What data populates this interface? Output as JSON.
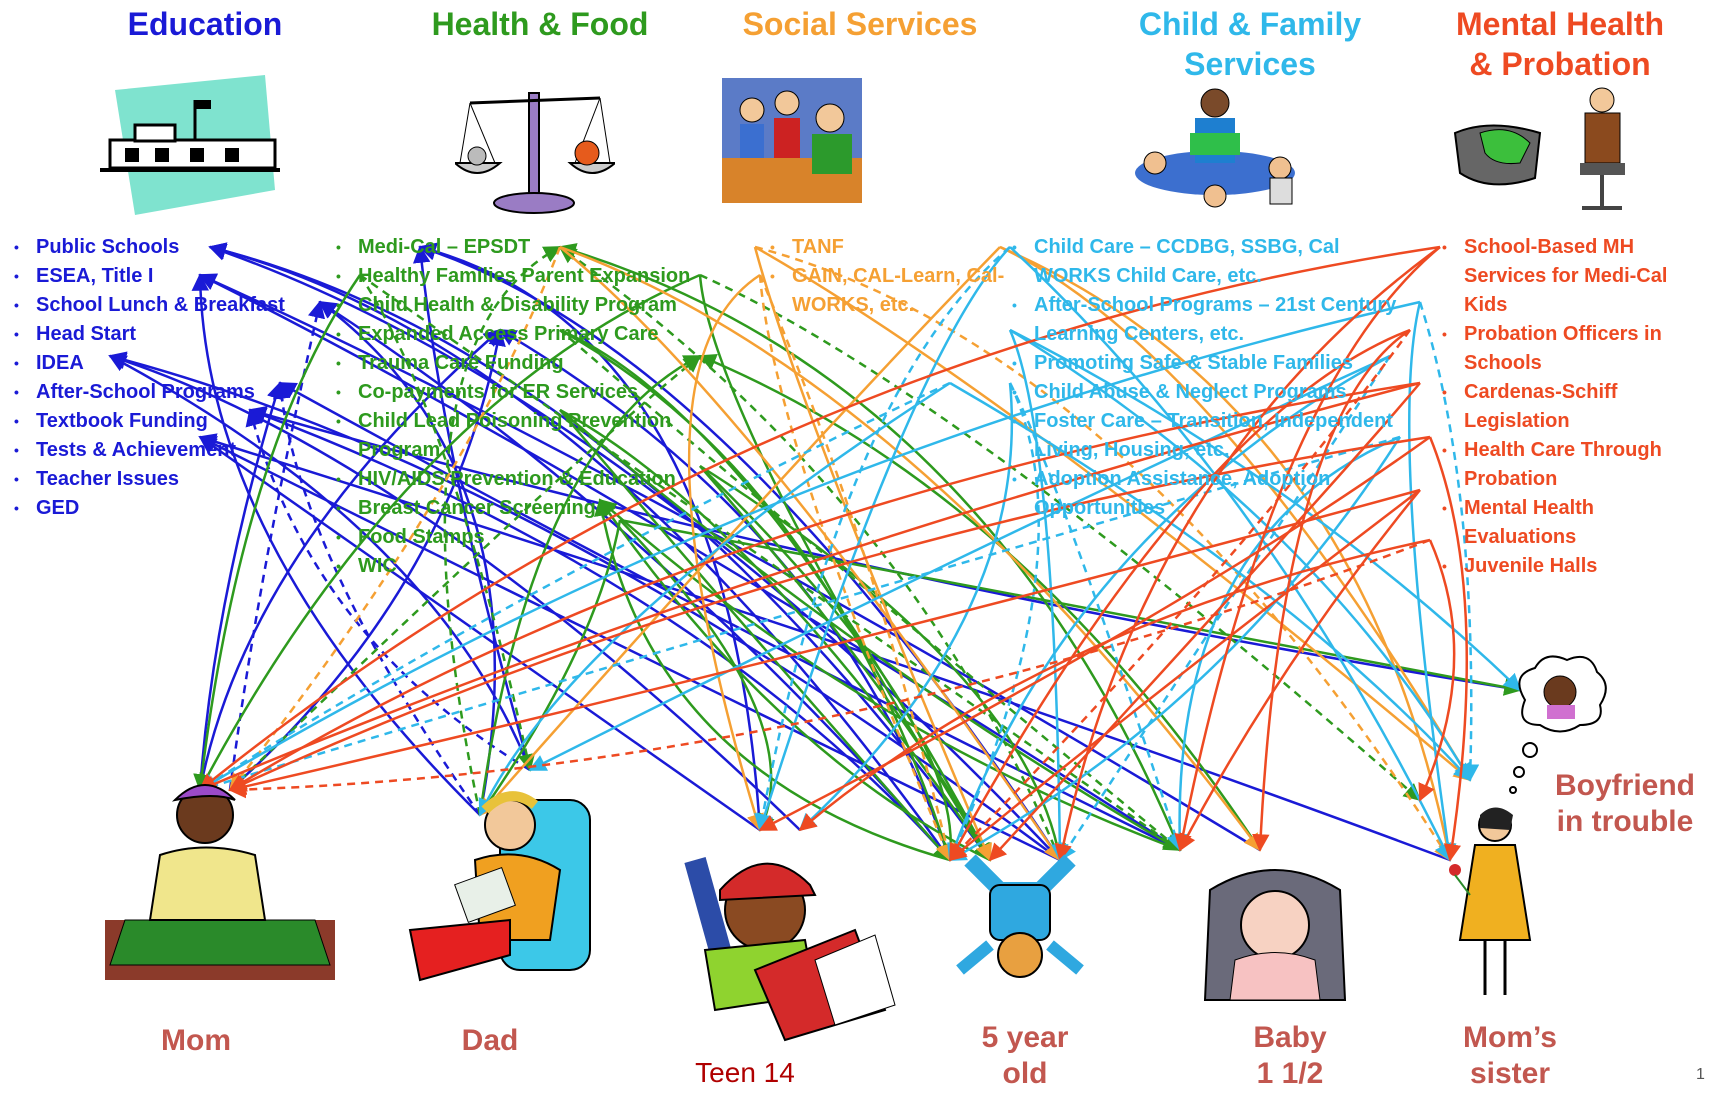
{
  "headings": {
    "education": "Education",
    "health_food": "Health & Food",
    "social_services": "Social Services",
    "child_family": [
      "Child & Family",
      "Services"
    ],
    "mental_health": [
      "Mental Health",
      "& Probation"
    ]
  },
  "colors": {
    "education": "#1a1ad6",
    "health_food": "#2e9a1e",
    "social_services": "#f5a033",
    "child_family": "#2fb8ea",
    "mental_health": "#ee4a22",
    "person": "#c2574f",
    "teen": "#b00000"
  },
  "education_list": [
    "Public Schools",
    "ESEA, Title I",
    "School Lunch & Breakfast",
    "Head Start",
    "IDEA",
    "After-School Programs",
    "Textbook Funding",
    "Tests & Achievement",
    "Teacher Issues",
    "GED"
  ],
  "health_food_list": [
    {
      "text": "Medi-Cal – EPSDT",
      "bullet": true
    },
    {
      "text": "Healthy Families Parent Expansion",
      "bullet": true
    },
    {
      "text": "Child Health & Disability Program",
      "bullet": true
    },
    {
      "text": "Expanded Access Primary Care",
      "bullet": true
    },
    {
      "text": "Trauma Care Funding",
      "bullet": true
    },
    {
      "text": "Co-payments for ER Services",
      "bullet": true
    },
    {
      "text": "Child Lead Poisoning Prevention",
      "bullet": true
    },
    {
      "text": "Program",
      "bullet": false
    },
    {
      "text": "HIV/AIDS Prevention & Education",
      "bullet": true
    },
    {
      "text": "Breast Cancer Screening",
      "bullet": true
    },
    {
      "text": "Food Stamps",
      "bullet": true
    },
    {
      "text": "WIC",
      "bullet": true
    }
  ],
  "social_services_list": [
    {
      "text": "TANF",
      "bullet": true
    },
    {
      "text": "GAIN, CAL-Learn, Cal-",
      "bullet": true
    },
    {
      "text": "WORKS, etc.",
      "bullet": false
    }
  ],
  "child_family_list": [
    {
      "text": "Child Care – CCDBG, SSBG, Cal",
      "bullet": true
    },
    {
      "text": "WORKS Child Care, etc.",
      "bullet": false
    },
    {
      "text": "After-School Programs – 21st Century",
      "bullet": true
    },
    {
      "text": "Learning Centers, etc.",
      "bullet": false
    },
    {
      "text": "Promoting Safe & Stable Families",
      "bullet": true
    },
    {
      "text": "Child Abuse & Neglect Programs",
      "bullet": true
    },
    {
      "text": "Foster Care – Transition, Independent",
      "bullet": true
    },
    {
      "text": "Living, Housing, etc.",
      "bullet": false
    },
    {
      "text": "Adoption Assistance, Adoption",
      "bullet": true
    },
    {
      "text": "Opportunities",
      "bullet": false
    }
  ],
  "mental_health_list": [
    {
      "text": "School-Based MH",
      "bullet": true
    },
    {
      "text": "Services for Medi-Cal",
      "bullet": false
    },
    {
      "text": "Kids",
      "bullet": false
    },
    {
      "text": "Probation Officers in",
      "bullet": true
    },
    {
      "text": "Schools",
      "bullet": false
    },
    {
      "text": "Cardenas-Schiff",
      "bullet": true
    },
    {
      "text": "Legislation",
      "bullet": false
    },
    {
      "text": "Health Care Through",
      "bullet": true
    },
    {
      "text": "Probation",
      "bullet": false
    },
    {
      "text": "Mental Health",
      "bullet": true
    },
    {
      "text": "Evaluations",
      "bullet": false
    },
    {
      "text": "Juvenile Halls",
      "bullet": true
    }
  ],
  "people": {
    "mom": "Mom",
    "dad": "Dad",
    "teen": "Teen 14",
    "five_year": [
      "5 year",
      "old"
    ],
    "baby": [
      "Baby",
      "1 1/2"
    ],
    "sister": [
      "Mom’s",
      "sister"
    ],
    "boyfriend": [
      "Boyfriend",
      "in trouble"
    ]
  },
  "icons": {
    "education": "schoolhouse-icon",
    "health_food": "scales-icon",
    "social_services": "office-meeting-icon",
    "child_family": "storytime-icon",
    "mental_health": "therapist-icon"
  },
  "page_number": "1"
}
